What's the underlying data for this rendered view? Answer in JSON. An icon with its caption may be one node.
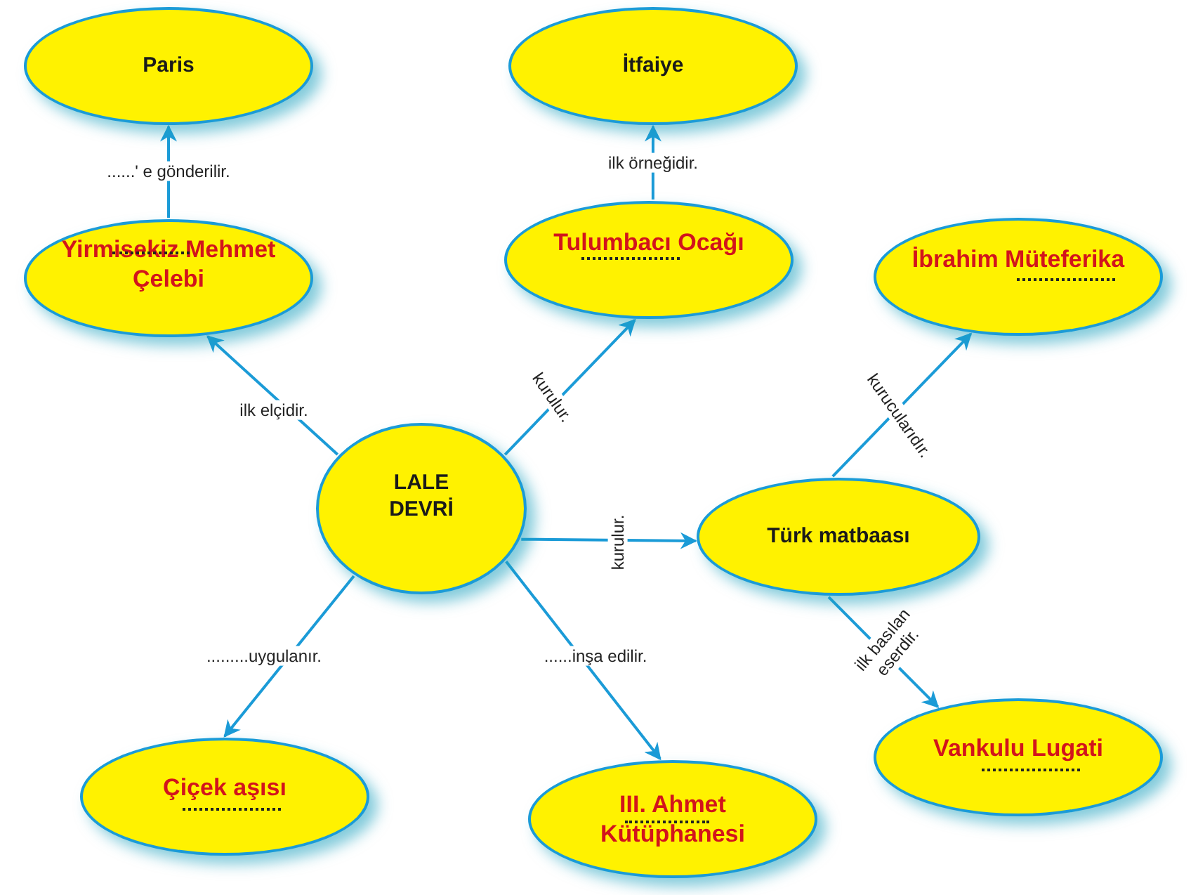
{
  "diagram": {
    "nodes": [
      {
        "text": [
          "Paris"
        ]
      },
      {
        "text": [
          "İtfaiye"
        ]
      },
      {
        "text": [
          "Yirmisekiz Mehmet Çelebi"
        ]
      },
      {
        "text": [
          "Tulumbacı Ocağı"
        ]
      },
      {
        "text": [
          "İbrahim Müteferika"
        ]
      },
      {
        "text": [
          "LALE DEVRİ"
        ]
      },
      {
        "text": [
          "Türk matbaası"
        ]
      },
      {
        "text": [
          "Çiçek aşısı"
        ]
      },
      {
        "text": [
          "III. Ahmet Kütüphanesi"
        ]
      },
      {
        "text": [
          "Vankulu Lugati"
        ]
      }
    ],
    "edges": [
      {
        "from": 2,
        "to": 0,
        "arrow": "to",
        "label": "......' e gönderilir."
      },
      {
        "from": 5,
        "to": 2,
        "arrow": "to",
        "label": "ilk elçidir."
      },
      {
        "from": 5,
        "to": 3,
        "arrow": "to",
        "label": "kurulur."
      },
      {
        "from": 3,
        "to": 1,
        "arrow": "to",
        "label": "ilk örneğidir."
      },
      {
        "from": 5,
        "to": 6,
        "arrow": "to",
        "label": "kurulur."
      },
      {
        "from": 6,
        "to": 4,
        "arrow": "to",
        "label": "kurucularıdır."
      },
      {
        "from": 6,
        "to": 9,
        "arrow": "to",
        "label": "ilk basılan eserdir."
      },
      {
        "from": 5,
        "to": 7,
        "arrow": "to",
        "label": ".........uygulanır."
      },
      {
        "from": 5,
        "to": 8,
        "arrow": "to",
        "label": "......inşa edilir."
      }
    ]
  }
}
